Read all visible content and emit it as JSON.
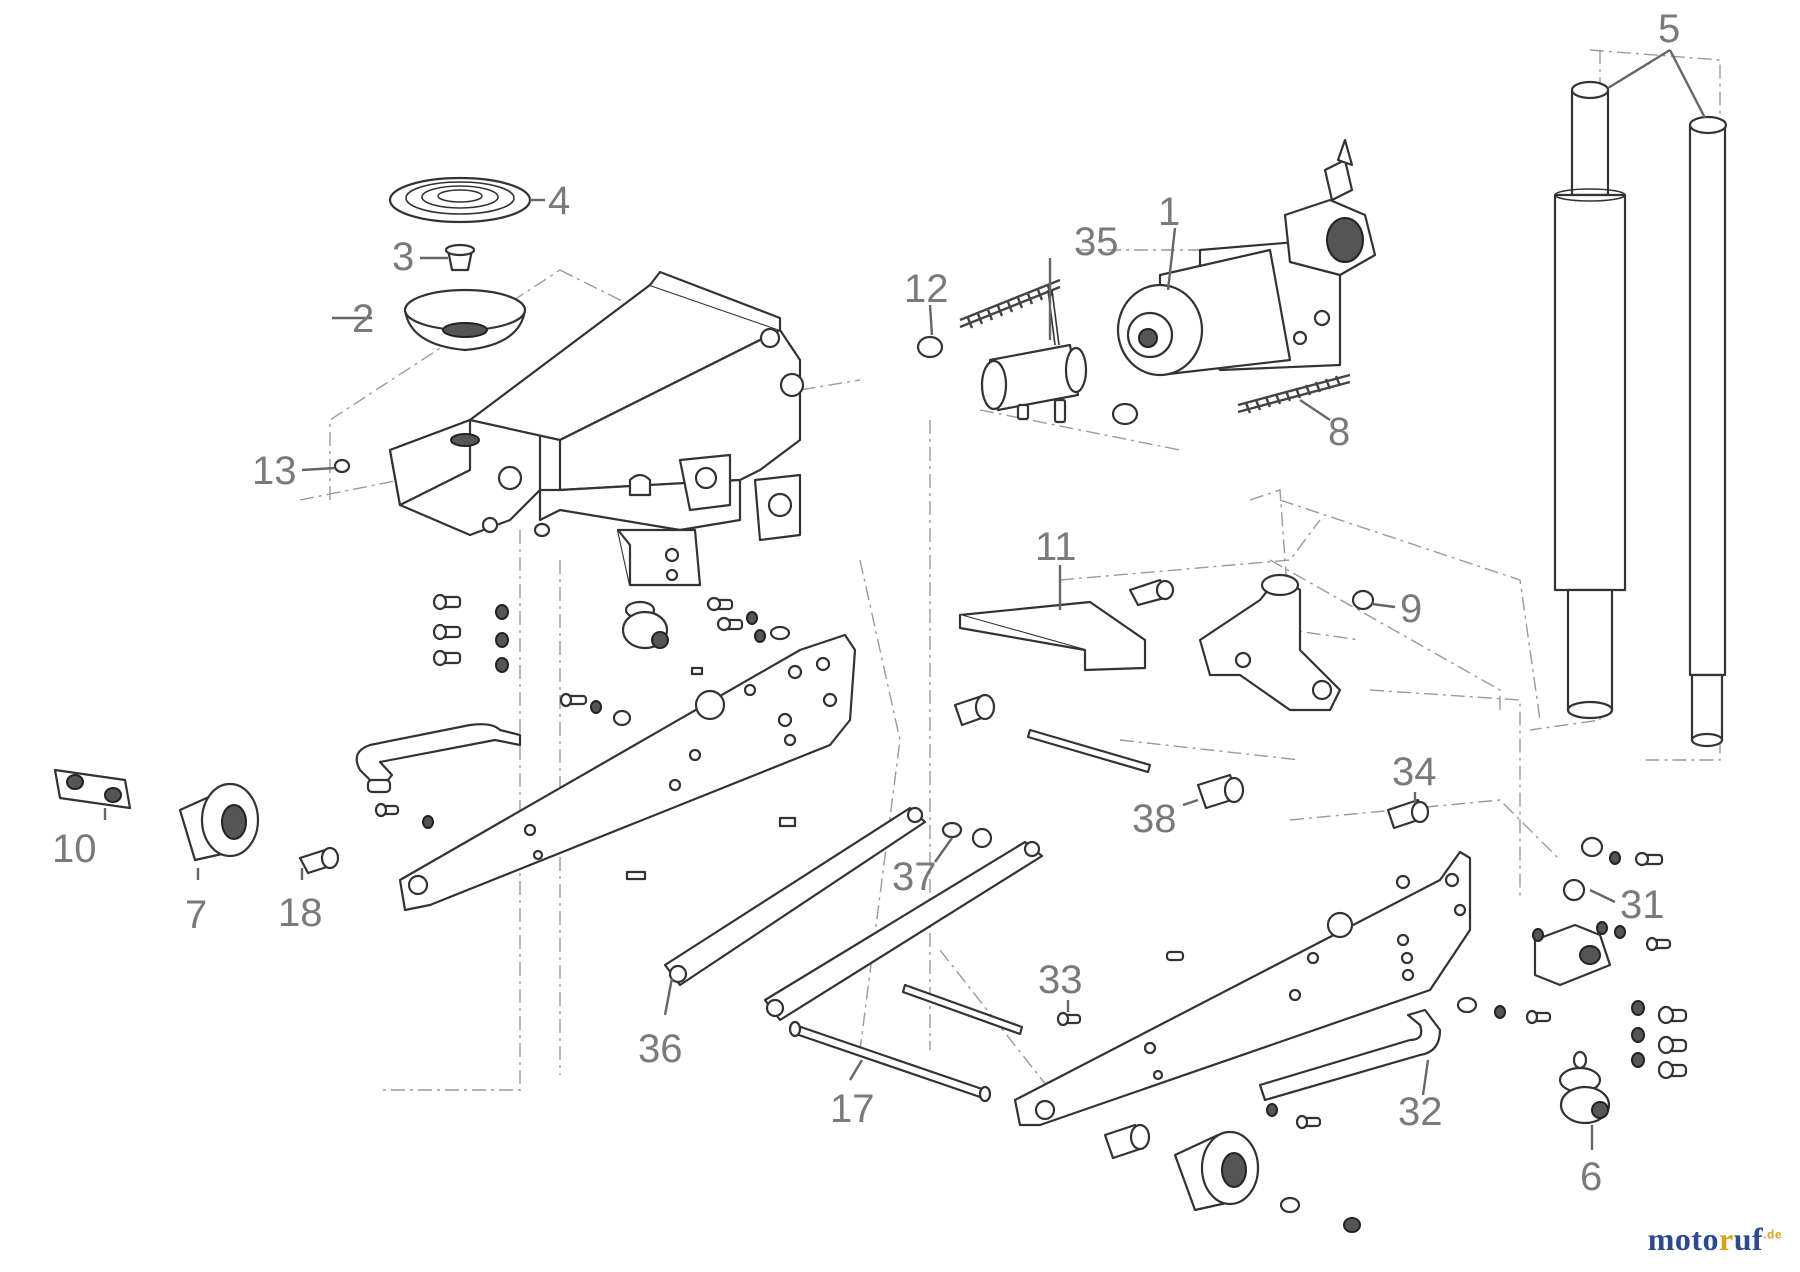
{
  "diagram": {
    "callouts": [
      "1",
      "2",
      "3",
      "4",
      "5",
      "6",
      "7",
      "8",
      "9",
      "10",
      "11",
      "12",
      "13",
      "17",
      "18",
      "31",
      "32",
      "33",
      "34",
      "35",
      "36",
      "37",
      "38"
    ]
  },
  "brand": {
    "part1": "moto",
    "part2": "r",
    "part3": "uf",
    "tld": ".de"
  },
  "colors": {
    "line": "#333333",
    "callout": "#7a7a7a",
    "brand_blue": "#2e4a8a",
    "brand_gold": "#d8a21b"
  }
}
